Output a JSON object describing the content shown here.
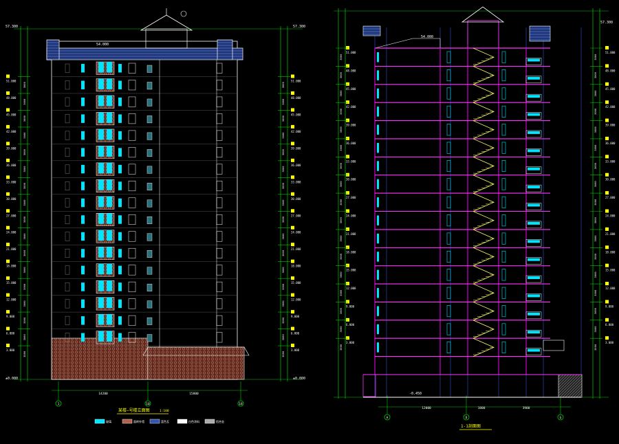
{
  "colors": {
    "background": "#000000",
    "dim_line": "#00cc00",
    "dim_text": "#ffffff",
    "elev_tag": "#ffff00",
    "outline": "#ffffff",
    "window": "#00e5ff",
    "window_dark": "#2a6f7a",
    "balcony_brick": "#b0614a",
    "roof_blue": "#3355aa",
    "slab_magenta": "#ff33ff",
    "wall_magenta": "#cc00cc",
    "stair_yellow": "#ffff66",
    "grid_blue": "#4060ff",
    "ground_hatch": "#888888"
  },
  "left_elevation": {
    "title": "某楼—号楼立面图",
    "scale": "1:100",
    "top_elevation": "57.300",
    "roof_elevation": "54.000",
    "ground_elevation": "±0.000",
    "axis_labels": [
      "1",
      "10",
      "18"
    ],
    "axis_dims": [
      "14200",
      "15800"
    ],
    "floor_elevations": [
      "51.000",
      "48.000",
      "45.000",
      "42.000",
      "39.000",
      "36.000",
      "33.000",
      "30.000",
      "27.000",
      "24.000",
      "21.000",
      "18.000",
      "15.000",
      "12.000",
      "9.000",
      "6.000",
      "3.000"
    ],
    "floor_heights": [
      "3000",
      "3000",
      "3000",
      "3000",
      "3000",
      "3000",
      "3000",
      "3000",
      "3000",
      "3000",
      "3000",
      "3000",
      "3000",
      "3000",
      "3000",
      "3000",
      "3000"
    ],
    "legend": [
      {
        "label": "玻璃",
        "swatch": "#00e5ff"
      },
      {
        "label": "面砖外墙",
        "swatch": "#b0614a"
      },
      {
        "label": "蓝色瓦",
        "swatch": "#3355aa"
      },
      {
        "label": "白色涂料",
        "swatch": "#ffffff"
      },
      {
        "label": "铝合金",
        "swatch": "#aaaaaa"
      }
    ]
  },
  "right_section": {
    "title": "1-1剖面图",
    "top_elevation": "57.300",
    "roof_elevation": "54.000",
    "ground_elevation": "-0.450",
    "axis_labels": [
      "A",
      "D",
      "G"
    ],
    "axis_dims": [
      "12000",
      "1800",
      "3900"
    ],
    "floor_elevations": [
      "51.000",
      "48.000",
      "45.000",
      "42.000",
      "39.000",
      "36.000",
      "33.000",
      "30.000",
      "27.000",
      "24.000",
      "21.000",
      "18.000",
      "15.000",
      "12.000",
      "9.000",
      "6.000",
      "3.000"
    ],
    "floor_heights": [
      "3000",
      "3000",
      "3000",
      "3000",
      "3000",
      "3000",
      "3000",
      "3000",
      "3000",
      "3000",
      "3000",
      "3000",
      "3000",
      "3000",
      "3000",
      "3000",
      "3000"
    ]
  }
}
